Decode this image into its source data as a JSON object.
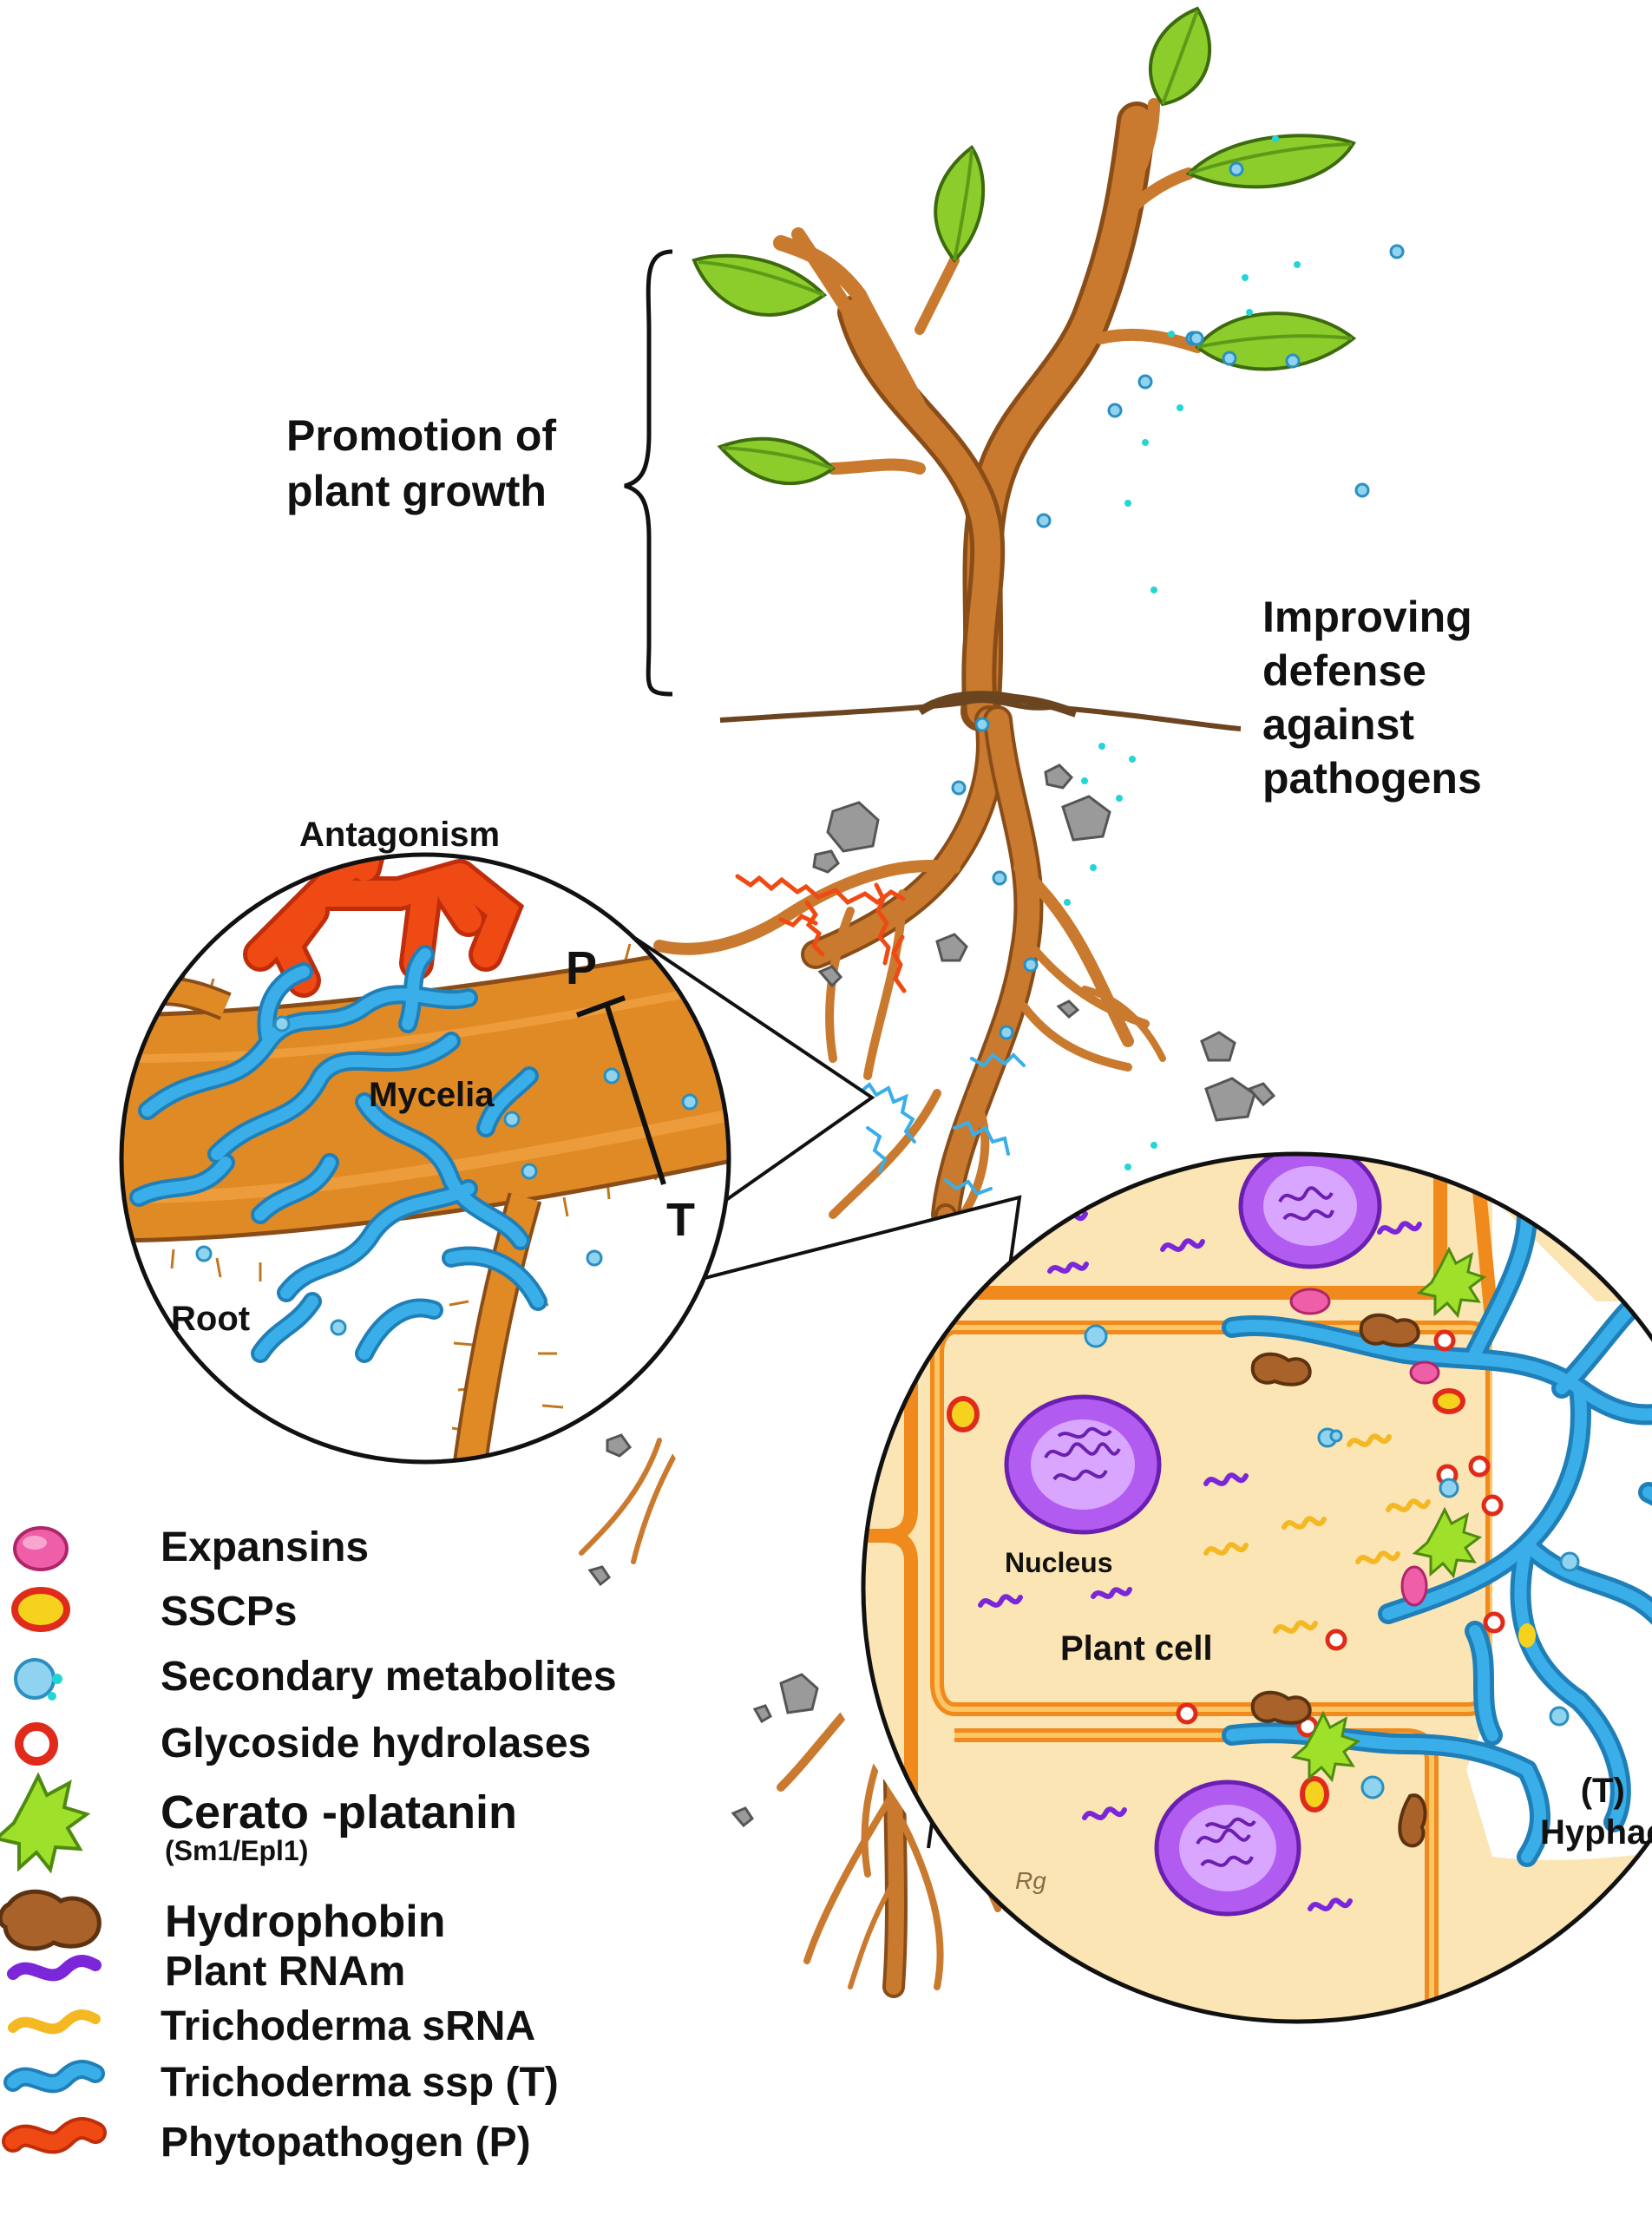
{
  "labels": {
    "promotion": "Promotion of\nplant growth",
    "defense": "Improving\ndefense\nagainst\npathogens",
    "antagonism": "Antagonism",
    "mycelia": "Mycelia",
    "root": "Root",
    "p_marker": "P",
    "t_marker": "T",
    "nucleus": "Nucleus",
    "plant_cell": "Plant cell",
    "hyphae": "(T)\nHyphae",
    "signature": "Rg"
  },
  "legend": [
    {
      "icon": "expansin-icon",
      "label": "Expansins",
      "sub": "",
      "color": "#ee5fa8"
    },
    {
      "icon": "sscp-icon",
      "label": "SSCPs",
      "sub": "",
      "color": "#f5d21e"
    },
    {
      "icon": "secondary-metabolite-icon",
      "label": "Secondary metabolites",
      "sub": "",
      "color": "#8fd3f0"
    },
    {
      "icon": "glycoside-hydrolase-icon",
      "label": "Glycoside hydrolases",
      "sub": "",
      "color": "#ee3b2b"
    },
    {
      "icon": "cerato-platanin-icon",
      "label": "Cerato -platanin",
      "sub": "(Sm1/Epl1)",
      "color": "#9ee02a"
    },
    {
      "icon": "hydrophobin-icon",
      "label": "Hydrophobin",
      "sub": "",
      "color": "#a8622a"
    },
    {
      "icon": "plant-rnam-icon",
      "label": "Plant RNAm",
      "sub": "",
      "color": "#7b26d9"
    },
    {
      "icon": "trichoderma-srna-icon",
      "label": "Trichoderma sRNA",
      "sub": "",
      "color": "#f4b823"
    },
    {
      "icon": "trichoderma-ssp-icon",
      "label": "Trichoderma ssp (T)",
      "sub": "",
      "color": "#3aaee8"
    },
    {
      "icon": "phytopathogen-icon",
      "label": "Phytopathogen (P)",
      "sub": "",
      "color": "#f04a14"
    }
  ],
  "colors": {
    "stem": "#c97a2e",
    "stem_dark": "#8a4d18",
    "leaf": "#8ccd2c",
    "leaf_dark": "#5e9a18",
    "root_fill": "#e08a26",
    "cell_fill": "#fbe5b4",
    "cell_wall": "#f08a1c",
    "hyphae": "#3aaee8",
    "pathogen": "#f04a14",
    "nucleus": "#b25bf0",
    "rock": "#9a9a9a"
  }
}
